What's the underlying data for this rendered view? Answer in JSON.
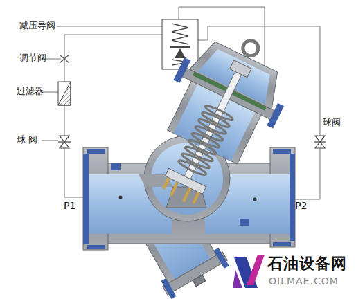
{
  "diagram": {
    "labels": [
      "减压导阀",
      "调节阀",
      "过滤器",
      "球 阀",
      "球阀",
      "P1",
      "P2",
      "石油设备网",
      "OILMAE.COM"
    ]
  }
}
